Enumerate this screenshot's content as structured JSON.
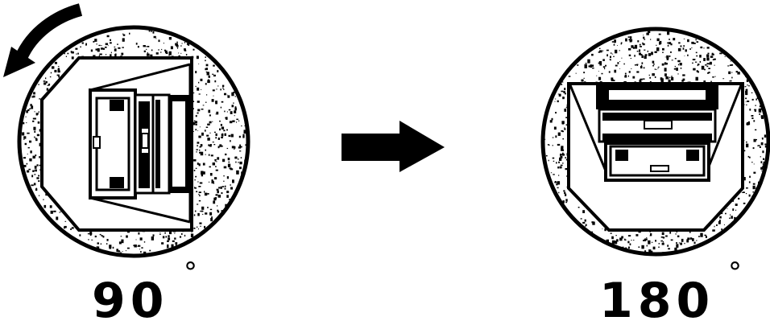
{
  "panels": [
    {
      "angle_label": "90",
      "degree_symbol": "°",
      "view": "tray-rotated-90"
    },
    {
      "angle_label": "180",
      "degree_symbol": "°",
      "view": "tray-rotated-180"
    }
  ],
  "colors": {
    "ink": "#000000",
    "paper": "#ffffff"
  },
  "icons": {
    "rotation": "curved-arrow-counterclockwise-icon",
    "transition": "right-arrow-icon"
  }
}
